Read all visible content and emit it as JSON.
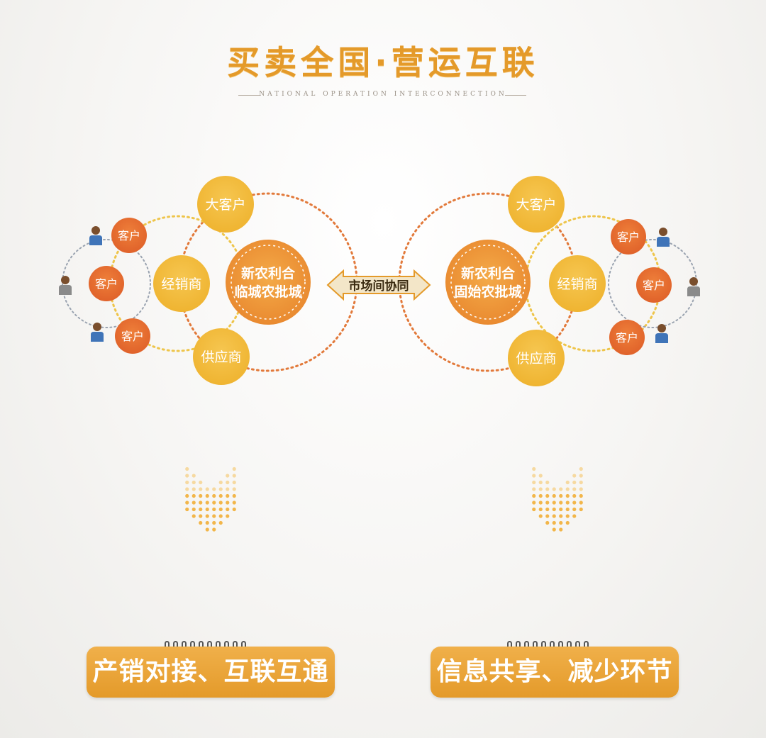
{
  "header": {
    "title": "买卖全国·营运互联",
    "subtitle": "NATIONAL OPERATION INTERCONNECTION"
  },
  "left_cluster": {
    "center": [
      "新农利合",
      "临城农批城"
    ],
    "big_client": "大客户",
    "dealer": "经销商",
    "supplier": "供应商",
    "customers": [
      "客户",
      "客户",
      "客户"
    ]
  },
  "right_cluster": {
    "center": [
      "新农利合",
      "固始农批城"
    ],
    "big_client": "大客户",
    "dealer": "经销商",
    "supplier": "供应商",
    "customers": [
      "客户",
      "客户",
      "客户"
    ]
  },
  "connector": {
    "label": "市场间协同"
  },
  "captions": {
    "left": "产销对接、互联互通",
    "right": "信息共享、减少环节"
  },
  "colors": {
    "gold": "#f0b93a",
    "orange": "#e8842f",
    "deep_orange": "#e06a2a",
    "center": "#ee9a3a",
    "dotted_ring": "#e2793a",
    "dotted_yellow": "#eec54a",
    "person_blue": "#3f74b8",
    "person_gray": "#8a8a8a"
  }
}
